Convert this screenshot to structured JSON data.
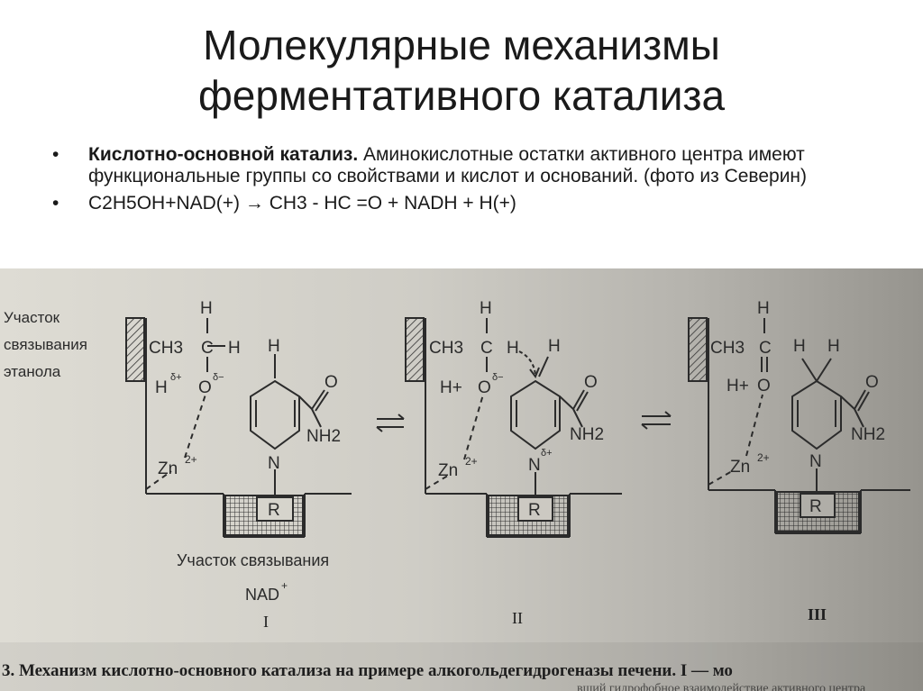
{
  "slide": {
    "title_line1": "Молекулярные механизмы",
    "title_line2": "ферментативного катализа"
  },
  "bullets": [
    {
      "bold": "Кислотно-основной катализ.",
      "text": " Аминокислотные остатки активного центра имеют функциональные группы со свойствами и кислот и оснований. (фото из Северин)"
    },
    {
      "bold": "",
      "text": "C2H5OH+NAD(+) → CH3 - HC =O + NADH + H(+)"
    }
  ],
  "figure": {
    "site_label_lines": [
      "Участок",
      "связывания",
      "этанола"
    ],
    "nad_site_label": "Участок связывания",
    "nad_label": "NAD",
    "nad_superscript": "+",
    "panel_labels": [
      "I",
      "II",
      "III"
    ],
    "caption": "3. Механизм кислотно-основного катализа на примере алкогольдегидрогеназы печени. I — мо",
    "caption_line2": "вший гидрофобное взаимодействие активного центра",
    "chem": {
      "H": "H",
      "CH3": "CH3",
      "C": "C",
      "O": "O",
      "N": "N",
      "R": "R",
      "NH2": "NH2",
      "Zn2": "Zn",
      "Zn2_sup": "2+",
      "H_plus": "H+",
      "delta_plus": "δ+",
      "delta_minus": "δ−",
      "O_label": "O"
    },
    "colors": {
      "paper_left": "#dcdad2",
      "paper_right": "#9c9a94",
      "ink": "#2b2b2b"
    }
  }
}
